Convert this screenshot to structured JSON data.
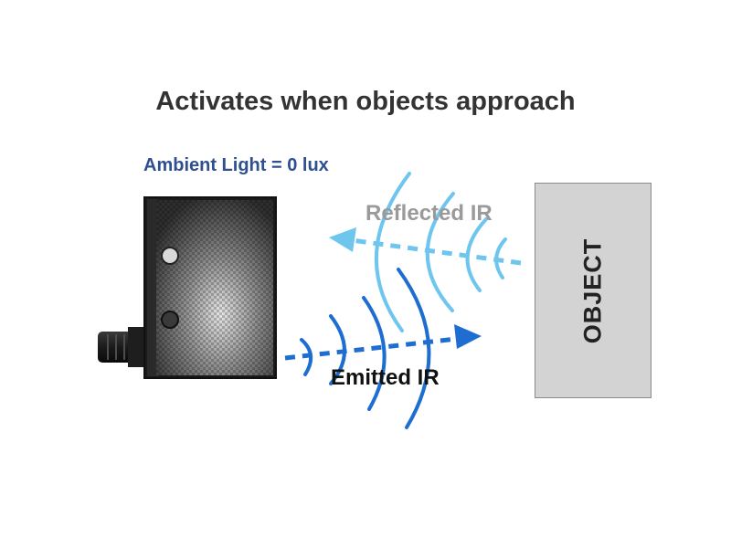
{
  "title": "Activates when objects approach",
  "ambient_light_label": "Ambient Light = 0 lux",
  "reflected_label": "Reflected IR",
  "emitted_label": "Emitted IR",
  "object_label": "OBJECT",
  "colors": {
    "ambient_text": "#2f4f8f",
    "reflected_text": "#9a9a9a",
    "emitted_text": "#111111",
    "reflected_wave": "#6ec6ee",
    "emitted_wave": "#1e6ed2",
    "object_fill": "#d3d3d3"
  },
  "icons": {
    "sensor": "photoelectric-sensor-icon",
    "cable": "cable-connector-icon"
  }
}
